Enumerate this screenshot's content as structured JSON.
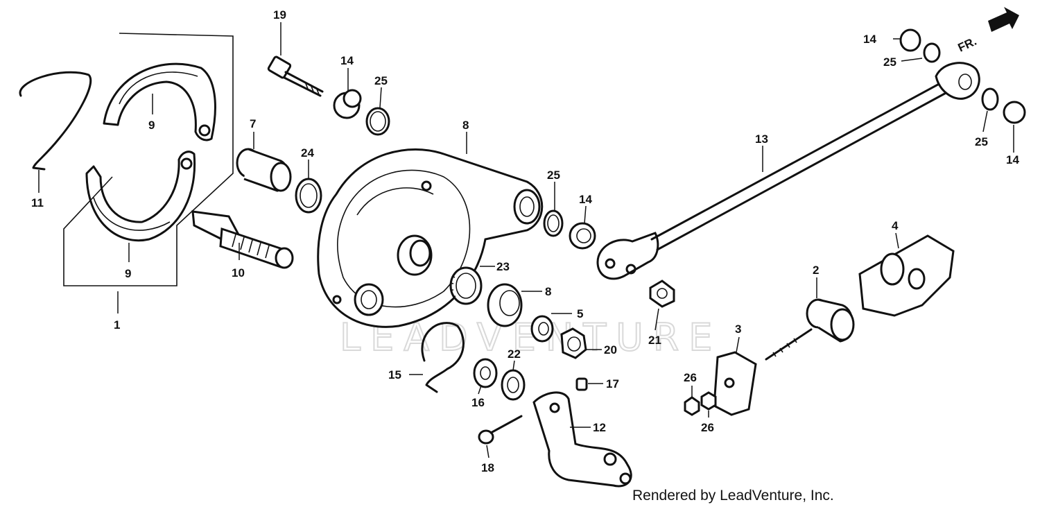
{
  "watermark": "LEADVENTURE",
  "credit": "Rendered by LeadVenture, Inc.",
  "direction_label": "FR.",
  "callouts": [
    "1",
    "2",
    "3",
    "4",
    "5",
    "7",
    "8",
    "8",
    "9",
    "9",
    "10",
    "11",
    "12",
    "13",
    "14",
    "14",
    "14",
    "14",
    "15",
    "16",
    "17",
    "18",
    "19",
    "20",
    "21",
    "22",
    "23",
    "24",
    "25",
    "25",
    "25",
    "25",
    "26",
    "26"
  ]
}
